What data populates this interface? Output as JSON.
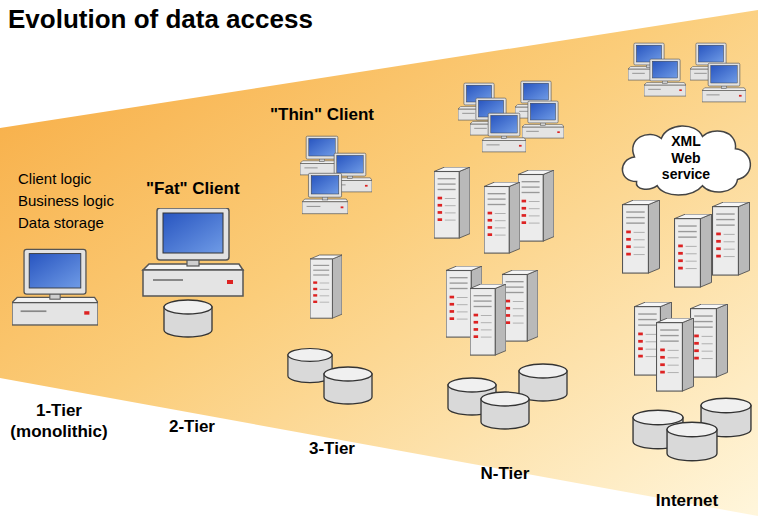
{
  "diagram": {
    "title": "Evolution of data access",
    "nodes": [
      {
        "text": [
          "XML Web service"
        ]
      }
    ],
    "labels": [
      "Client logic",
      "Business logic",
      "Data storage",
      "\"Fat\" Client",
      "\"Thin\" Client",
      "1-Tier (monolithic)",
      "2-Tier",
      "3-Tier",
      "N-Tier",
      "Internet"
    ]
  }
}
